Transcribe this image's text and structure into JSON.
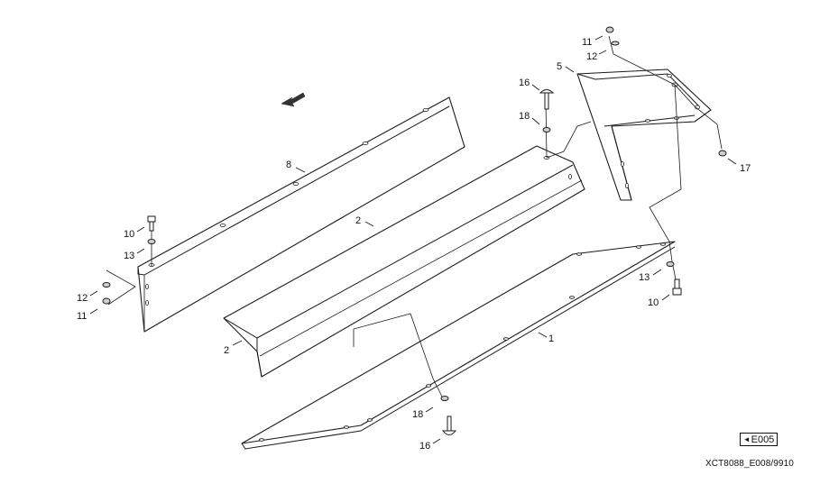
{
  "diagram": {
    "callouts": [
      {
        "id": "c8",
        "text": "8"
      },
      {
        "id": "c2a",
        "text": "2"
      },
      {
        "id": "c2b",
        "text": "2"
      },
      {
        "id": "c1",
        "text": "1"
      },
      {
        "id": "c5",
        "text": "5"
      },
      {
        "id": "c11a",
        "text": "11"
      },
      {
        "id": "c12a",
        "text": "12"
      },
      {
        "id": "c16a",
        "text": "16"
      },
      {
        "id": "c18a",
        "text": "18"
      },
      {
        "id": "c17",
        "text": "17"
      },
      {
        "id": "c10a",
        "text": "10"
      },
      {
        "id": "c13a",
        "text": "13"
      },
      {
        "id": "c12b",
        "text": "12"
      },
      {
        "id": "c11b",
        "text": "11"
      },
      {
        "id": "c13b",
        "text": "13"
      },
      {
        "id": "c10b",
        "text": "10"
      },
      {
        "id": "c18b",
        "text": "18"
      },
      {
        "id": "c16b",
        "text": "16"
      }
    ],
    "ref_tag": "E005",
    "drawing_id": "XCT8088_E008/9910"
  }
}
